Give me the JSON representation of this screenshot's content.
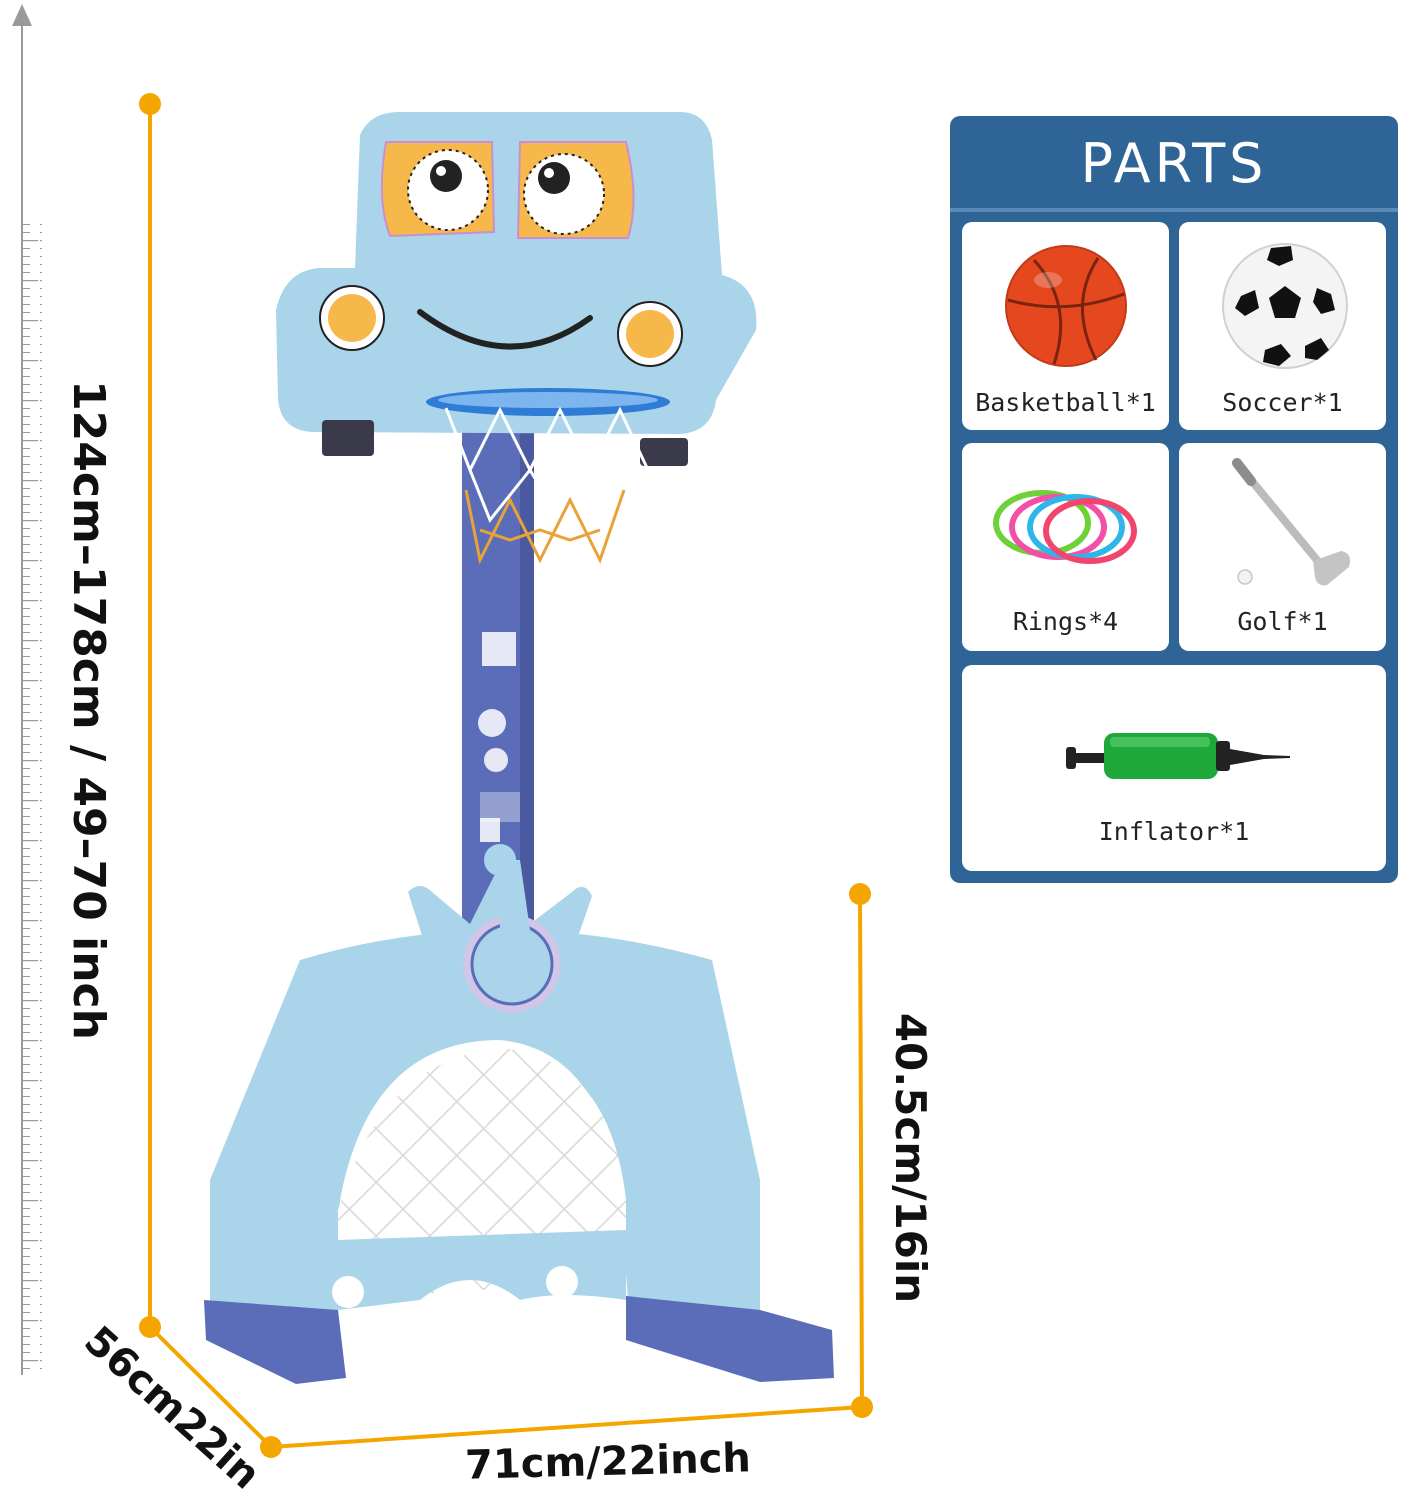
{
  "dimensions": {
    "height": "124cm–178cm / 49–70 inch",
    "goal_height": "40.5cm/16in",
    "width": "71cm/22inch",
    "depth": "56cm22in"
  },
  "parts": {
    "title": "PARTS",
    "items": [
      {
        "label": "Basketball*1",
        "icon": "basketball-icon"
      },
      {
        "label": "Soccer*1",
        "icon": "soccer-ball-icon"
      },
      {
        "label": "Rings*4",
        "icon": "rings-icon"
      },
      {
        "label": "Golf*1",
        "icon": "golf-club-icon"
      },
      {
        "label": "Inflator*1",
        "icon": "inflator-pump-icon"
      }
    ]
  },
  "colors": {
    "panel": "#2f6596",
    "dimension_line": "#f5a500",
    "toy_blue": "#a9d4ea",
    "pole_purple": "#5b6db8"
  }
}
